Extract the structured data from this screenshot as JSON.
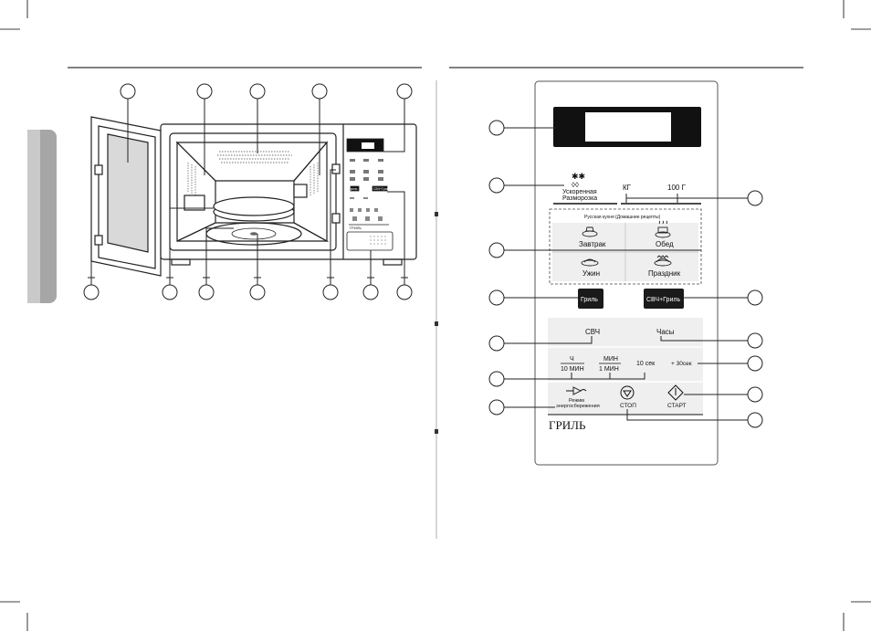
{
  "panel": {
    "defrost_line1": "Ускоренная",
    "defrost_line2": "Разморозка",
    "kg": "КГ",
    "g100": "100 Г",
    "recipes_header": "Русская кухня (Домашние рецепты)",
    "recipes": [
      "Завтрак",
      "Обед",
      "Ужин",
      "Праздник"
    ],
    "grill_button": "Гриль",
    "combo_button": "СВЧ+Гриль",
    "microwave": "СВЧ",
    "clock": "Часы",
    "hour": "Ч",
    "ten_min": "10 МИН",
    "min": "МИН",
    "one_min": "1 МИН",
    "ten_sec": "10 сек",
    "plus30": "+ 30сек",
    "eco_line1": "Режим",
    "eco_line2": "энергосбережения",
    "stop": "СТОП",
    "start": "СТАРТ",
    "brand": "ГРИЛЬ"
  },
  "oven_mini": {
    "grill": "Гриль",
    "combo": "СВЧ+Гриль",
    "brand": "ГРИЛЬ"
  }
}
